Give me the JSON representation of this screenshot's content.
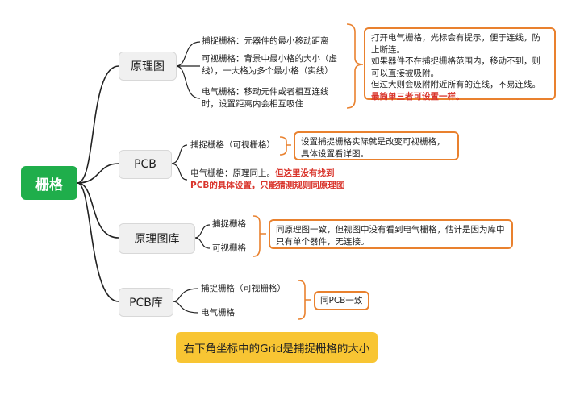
{
  "root": "栅格",
  "branches": [
    {
      "label": "原理图",
      "leaves": [
        "捕捉栅格：元器件的最小移动距离",
        "可视栅格：背景中最小格的大小（虚线），一大格为多个最小格（实线）",
        "电气栅格：移动元件或者相互连线时，设置距离内会相互吸住"
      ],
      "note": [
        "打开电气栅格，光标会有提示，便于连线，防止断连。",
        "如果器件不在捕捉栅格范围内，移动不到，则可以直接被吸附。",
        "但过大则会吸附附近所有的连线，不易连线。"
      ],
      "note_red": "最简单三者可设置一样。"
    },
    {
      "label": "PCB",
      "leaves": [
        "捕捉栅格（可视栅格）",
        "电气栅格：原理同上。"
      ],
      "leaf_red": "但这里没有找到PCB的具体设置，只能猜测规则同原理图",
      "note": "设置捕捉栅格实际就是改变可视栅格，具体设置看详图。"
    },
    {
      "label": "原理图库",
      "leaves": [
        "捕捉栅格",
        "可视栅格"
      ],
      "note": "同原理图一致，但视图中没有看到电气栅格，估计是因为库中只有单个器件，无连接。"
    },
    {
      "label": "PCB库",
      "leaves": [
        "捕捉栅格（可视栅格）",
        "电气栅格"
      ],
      "note": "同PCB一致"
    }
  ],
  "footer": "右下角坐标中的Grid是捕捉栅格的大小",
  "colors": {
    "root": "#1fae4b",
    "note_border": "#e9812e",
    "highlight": "#f8c533",
    "red_text": "#d9342b",
    "line": "#222222"
  }
}
